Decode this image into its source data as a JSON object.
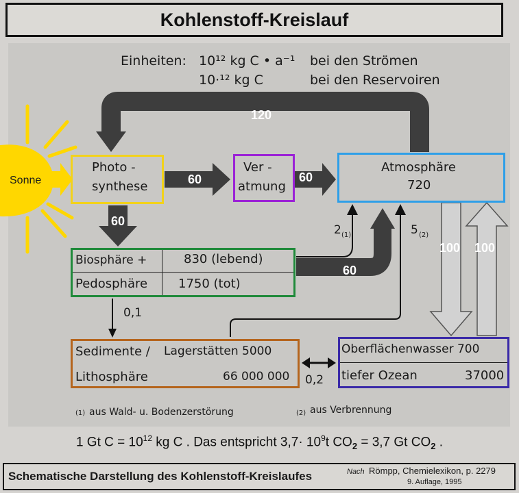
{
  "title": "Kohlenstoff-Kreislauf",
  "units": {
    "prefix": "Einheiten:",
    "flow_unit": "10¹² kg C • a⁻¹",
    "flow_text": "bei den Strömen",
    "reservoir_unit": "10·¹² kg C",
    "reservoir_text": "bei den Reservoiren"
  },
  "nodes": {
    "sun": "Sonne",
    "photosynthesis_line1": "Photo -",
    "photosynthesis_line2": "synthese",
    "respiration_line1": "Ver -",
    "respiration_line2": "atmung",
    "atmosphere_name": "Atmosphäre",
    "atmosphere_value": "720",
    "biosphere_name": "Biosphäre +",
    "biosphere_value": "830 (lebend)",
    "pedosphere_name": "Pedosphäre",
    "pedosphere_value": "1750 (tot)",
    "sediments_name": "Sedimente /",
    "deposits_name": "Lagerstätten 5000",
    "lithosphere_name": "Lithosphäre",
    "lithosphere_value": "66 000 000",
    "surface_water": "Oberflächenwasser 700",
    "deep_ocean_name": "tiefer Ozean",
    "deep_ocean_value": "37000"
  },
  "flows": {
    "atmosphere_to_photosynthesis": "120",
    "photosynthesis_to_respiration": "60",
    "respiration_to_atmosphere": "60",
    "photosynthesis_to_biosphere": "60",
    "biosphere_to_atmosphere": "60",
    "land_clearing": "2",
    "land_clearing_mark": "(1)",
    "combustion": "5",
    "combustion_mark": "(2)",
    "atmosphere_to_ocean": "100",
    "ocean_to_atmosphere": "100",
    "biosphere_to_sediments": "0,1",
    "lithosphere_ocean_exchange": "0,2"
  },
  "footnotes": {
    "note1_mark": "(1)",
    "note1": "aus Wald- u. Bodenzerstörung",
    "note2_mark": "(2)",
    "note2": "aus Verbrennung"
  },
  "formula": {
    "part1": "1 Gt C = 10",
    "exp1": "12",
    "part2": " kg C . Das entspricht 3,7· 10",
    "exp2": "9",
    "part3": "t CO",
    "sub1": "2",
    "part4": " = 3,7 Gt CO",
    "sub2": "2",
    "part5": " ."
  },
  "footer": {
    "caption": "Schematische Darstellung des Kohlenstoff-Kreislaufes",
    "source_prefix": "Nach",
    "source": "Römpp, Chemielexikon, p. 2279",
    "edition": "9. Auflage, 1995"
  },
  "colors": {
    "sun": "#ffd700",
    "photosynthesis_border": "#f2d21c",
    "respiration_border": "#9b22d6",
    "atmosphere_border": "#2e9fe8",
    "biosphere_border": "#1f8a3a",
    "lithosphere_border": "#b5651d",
    "ocean_border": "#3a2aa8"
  }
}
